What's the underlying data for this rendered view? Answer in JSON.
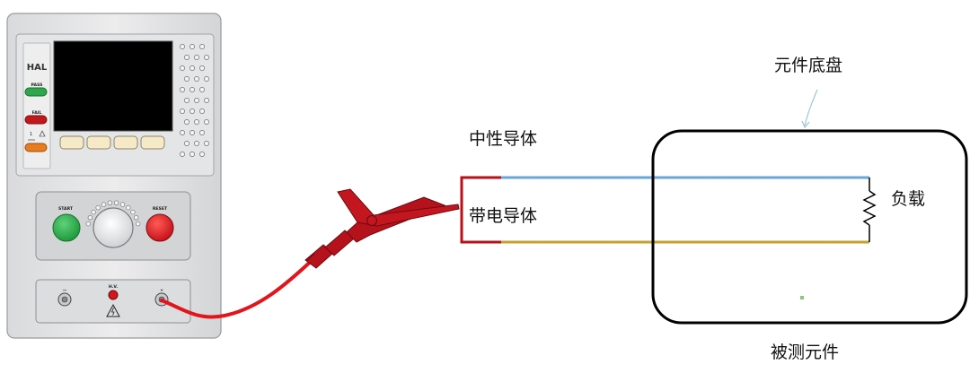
{
  "labels": {
    "chassis": "元件底盘",
    "neutral_conductor": "中性导体",
    "live_conductor": "带电导体",
    "load": "负载",
    "dut": "被测元件"
  },
  "instrument": {
    "brand": "HAL",
    "pass_label": "PASS",
    "fail_label": "FAIL",
    "start_label": "START",
    "reset_label": "RESET",
    "hv_label": "H.V.",
    "minus_label": "—",
    "plus_label": "+"
  },
  "colors": {
    "neutral_wire": "#6aa6d8",
    "live_wire": "#c4a02c",
    "clip": "#b5121b",
    "screen": "#000000",
    "pass_led": "#2ca84a",
    "fail_led": "#c0181c",
    "indicator": "#e87d1f"
  }
}
